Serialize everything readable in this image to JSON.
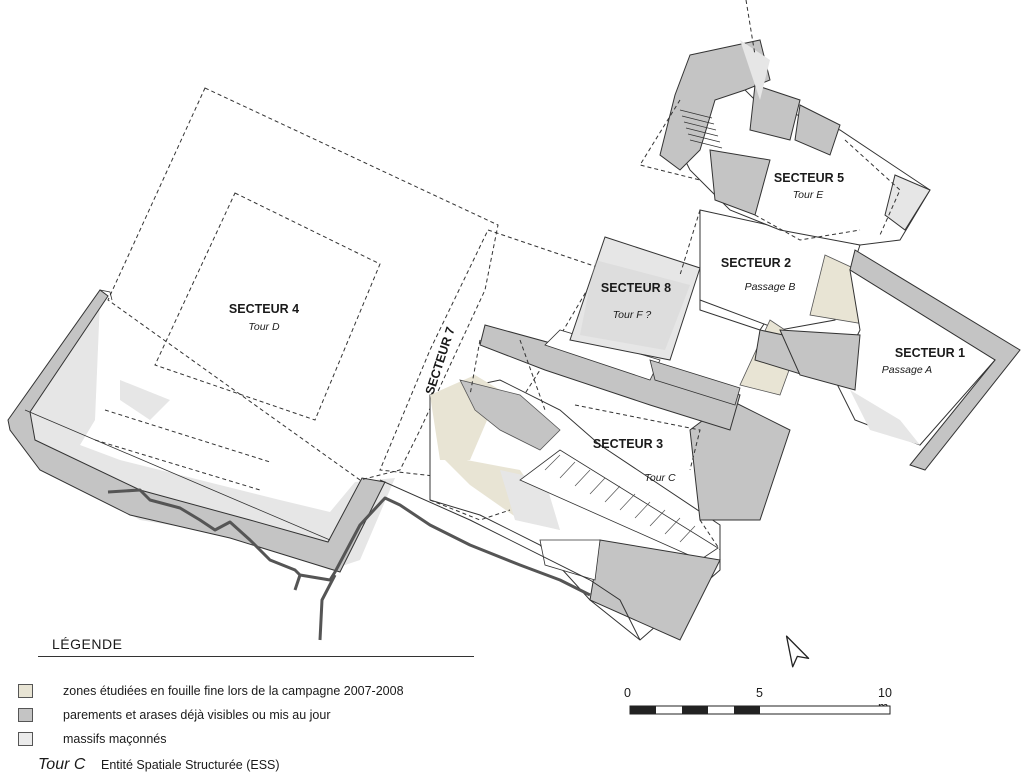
{
  "sectors": [
    {
      "name": "SECTEUR 1",
      "sub": "Passage A"
    },
    {
      "name": "SECTEUR 2",
      "sub": "Passage B"
    },
    {
      "name": "SECTEUR 3",
      "sub": "Tour C"
    },
    {
      "name": "SECTEUR 4",
      "sub": "Tour D"
    },
    {
      "name": "SECTEUR 5",
      "sub": "Tour E"
    },
    {
      "name": "SECTEUR 7",
      "sub": ""
    },
    {
      "name": "SECTEUR 8",
      "sub": "Tour F ?"
    }
  ],
  "legend": {
    "title": "LÉGENDE",
    "items": [
      {
        "label": "zones étudiées en fouille fine lors de la campagne 2007-2008",
        "color": "#e8e4d4"
      },
      {
        "label": "parements et arases déjà visibles ou mis au jour",
        "color": "#c4c4c4"
      },
      {
        "label": "massifs maçonnés",
        "color": "#e6e6e6"
      }
    ],
    "ess_key": "Tour C",
    "ess_label": "Entité Spatiale Structurée (ESS)"
  },
  "scale": {
    "ticks": [
      "0",
      "5",
      "10 m"
    ]
  },
  "colors": {
    "fine_excavation": "#e8e4d4",
    "walls": "#c4c4c4",
    "masonry": "#e6e6e6",
    "outline": "#333333"
  },
  "north_arrow_icon": "north-arrow-icon"
}
